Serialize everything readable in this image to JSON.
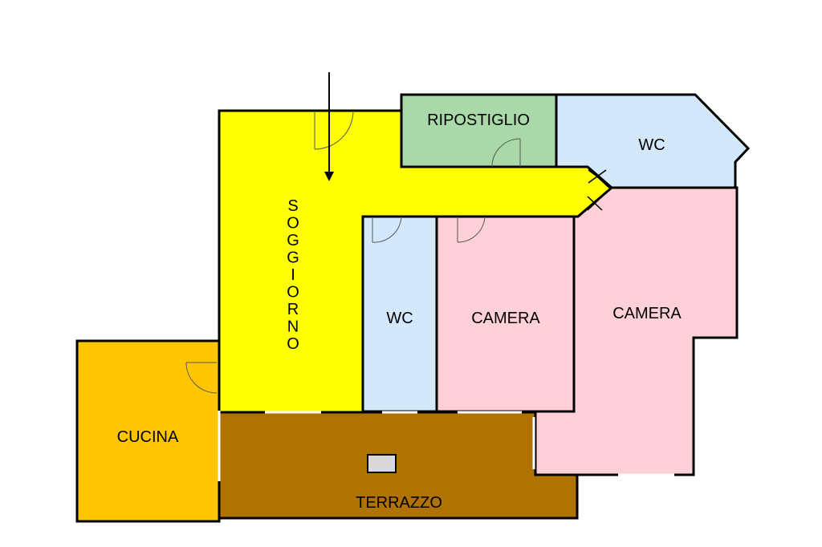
{
  "rooms": [
    {
      "id": "soggiorno",
      "label": "SOGGIORNO",
      "color": "#ffff00"
    },
    {
      "id": "ripostiglio",
      "label": "RIPOSTIGLIO",
      "color": "#a9d9a9"
    },
    {
      "id": "wc-top",
      "label": "WC",
      "color": "#d3e8fb"
    },
    {
      "id": "wc-middle",
      "label": "WC",
      "color": "#d3e8fb"
    },
    {
      "id": "camera-middle",
      "label": "CAMERA",
      "color": "#ffd0d8"
    },
    {
      "id": "camera-right",
      "label": "CAMERA",
      "color": "#ffd0d8"
    },
    {
      "id": "cucina",
      "label": "CUCINA",
      "color": "#ffc600"
    },
    {
      "id": "terrazzo",
      "label": "TERRAZZO",
      "color": "#b17300"
    }
  ],
  "colors": {
    "wall": "#000000",
    "door": "#555555",
    "terrazzo_fixture": "#d9d9d9"
  },
  "icons": [
    "entrance-arrow-icon",
    "door-swing-icon",
    "sliding-door-icon"
  ]
}
